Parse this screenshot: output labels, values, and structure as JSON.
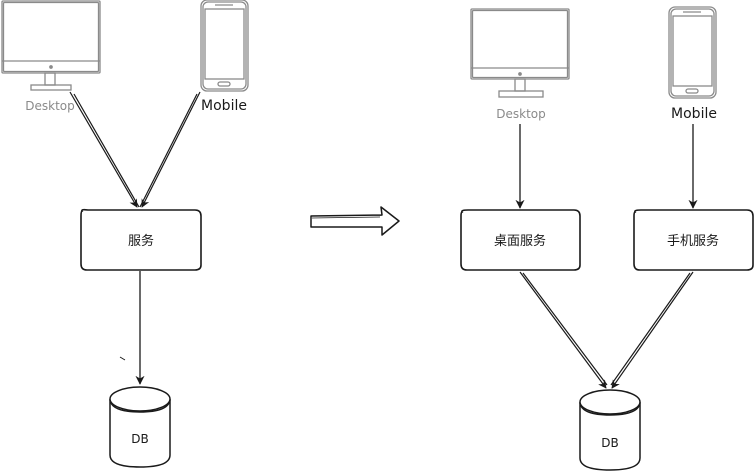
{
  "left": {
    "desktop_label": "Desktop",
    "mobile_label": "Mobile",
    "service_label": "服务",
    "db_label": "DB"
  },
  "right": {
    "desktop_label": "Desktop",
    "mobile_label": "Mobile",
    "desktop_service_label": "桌面服务",
    "mobile_service_label": "手机服务",
    "db_label": "DB"
  },
  "colors": {
    "device_stroke": "#8a8a8a",
    "ink": "#1a1a1a",
    "fill": "#ffffff"
  }
}
